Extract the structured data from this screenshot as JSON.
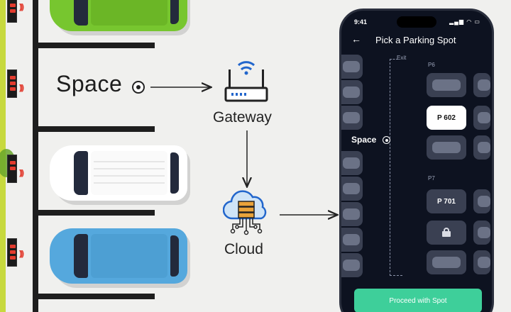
{
  "diagram": {
    "space_label": "Space",
    "gateway_label": "Gateway",
    "cloud_label": "Cloud"
  },
  "phone": {
    "status_time": "9:41",
    "title": "Pick a Parking Spot",
    "exit_label": "Exit",
    "section_p6": "P6",
    "section_p7": "P7",
    "selected_spot": "P 602",
    "spot_p701": "P 701",
    "space_label": "Space",
    "cta_label": "Proceed with Spot"
  },
  "colors": {
    "accent_green": "#3ecf9a",
    "phone_bg": "#0d1220",
    "sensor_led": "#e23b2e",
    "car_green": "#77c62f",
    "car_white": "#ffffff",
    "car_blue": "#55a8dd"
  }
}
